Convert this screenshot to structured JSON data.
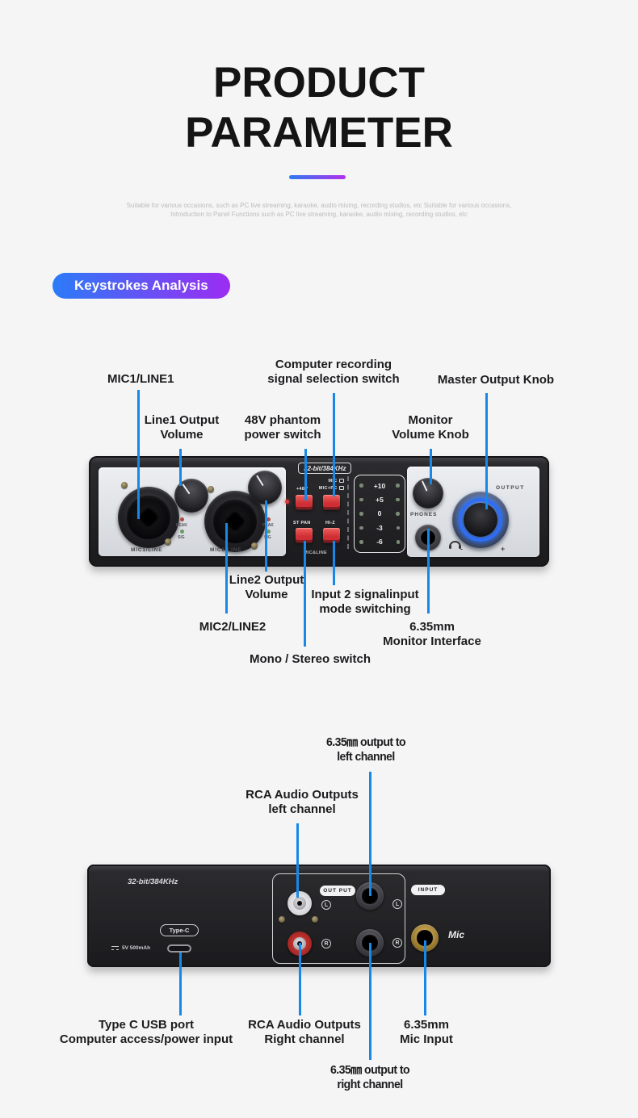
{
  "header": {
    "title_line1": "PRODUCT",
    "title_line2": "PARAMETER",
    "description": "Suitable for various occasions, such as PC live streaming, karaoke, audio mixing, recording studios, etc Suitable for various occasions,\nIntroduction to Panel Functions such as PC live streaming, karaoke, audio mixing, recording studios, etc"
  },
  "section_badge": {
    "label": "Keystrokes Analysis"
  },
  "front": {
    "callouts": {
      "mic1": "MIC1/LINE1",
      "computer": "Computer recording\nsignal selection switch",
      "master": "Master Output Knob",
      "line1": "Line1 Output\nVolume",
      "phantom": "48V phantom\npower switch",
      "monitor": "Monitor\nVolume Knob",
      "line2": "Line2 Output\nVolume",
      "input2": "Input 2 signalinput\nmode switching",
      "mic2": "MIC2/LINE2",
      "monitor_interface": "6.35mm\nMonitor Interface",
      "mono_stereo": "Mono / Stereo switch"
    },
    "device": {
      "badge": "32-bit/384KHz",
      "jack1": "MIC1/LINE",
      "jack2": "MIC2/LINE",
      "peak": "PEAK",
      "sig": "SIG",
      "btn_48v": "+48V",
      "row_mic": "MIC",
      "row_mic_pc": "MIC+PC",
      "btn_st_pan": "ST PAN",
      "btn_hi_z": "HI-Z",
      "mic_line": "MIC&LINE",
      "meter": [
        "+10",
        "+5",
        "0",
        "-3",
        "-6"
      ],
      "phones": "PHONES",
      "output": "OUTPUT",
      "minus": "-",
      "plus": "+"
    }
  },
  "back": {
    "callouts": {
      "out_left": "6.35㎜ output to\nleft channel",
      "rca_left": "RCA Audio Outputs\nleft channel",
      "type_c": "Type C USB port\nComputer access/power input",
      "rca_right": "RCA Audio Outputs\nRight channel",
      "mic_input": "6.35mm\nMic Input",
      "out_right": "6.35㎜ output to\nright channel"
    },
    "device": {
      "badge": "32-bit/384KHz",
      "type_c": "Type-C",
      "power": "5V 500mAh",
      "out_badge": "OUT PUT",
      "in_badge": "INPUT",
      "mic": "Mic",
      "l": "L",
      "r": "R"
    }
  },
  "icons": {
    "monitor_icon": "rect-screen",
    "headphone_icon": "arc-headphone",
    "dc_power_icon": "solid-dash-bars"
  },
  "colors": {
    "callout_line": "#1788e8",
    "accent_gradient_start": "#2d7af3",
    "accent_gradient_end": "#b42fea",
    "badge_gradient_start": "#2b7bf7",
    "badge_gradient_end": "#9c2cf2",
    "button_red": "#d8393e",
    "knob_glow_blue": "#2e6df5",
    "background": "#f5f5f6"
  }
}
